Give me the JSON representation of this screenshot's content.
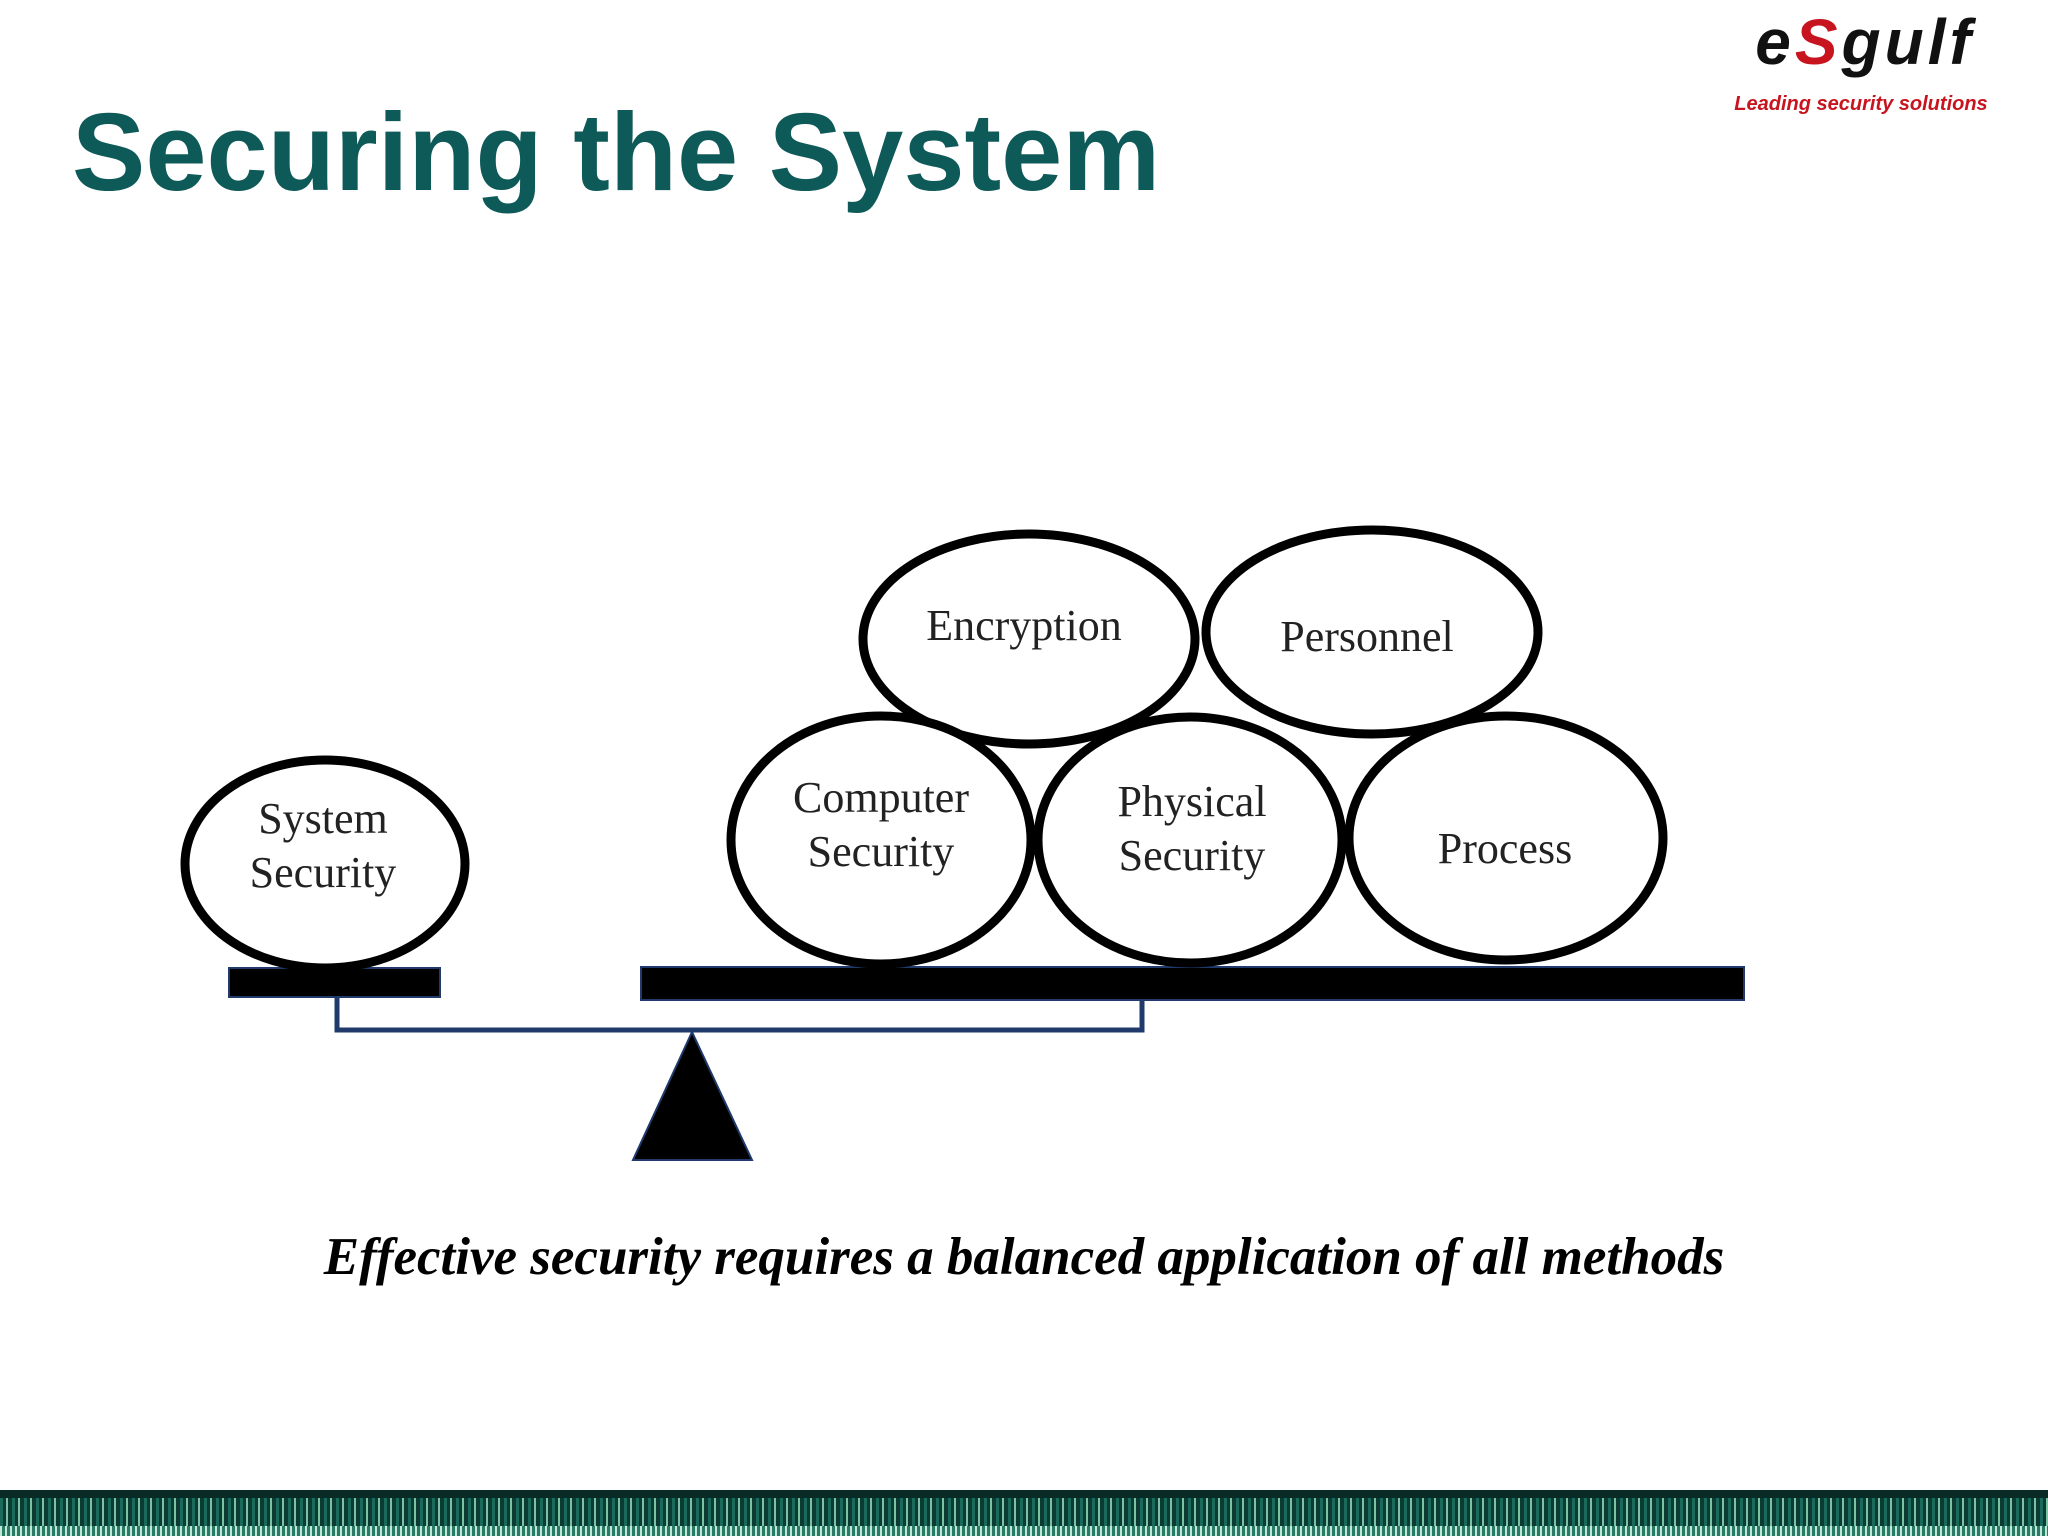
{
  "slide": {
    "title": "Securing the System",
    "caption": "Effective security requires a balanced application of all methods"
  },
  "logo": {
    "brand_prefix": "e",
    "brand_accent": "S",
    "brand_suffix": "gulf",
    "tagline": "Leading security solutions"
  },
  "diagram": {
    "left_item": {
      "line1": "System",
      "line2": "Security"
    },
    "right_items": {
      "encryption": {
        "line1": "Encryption"
      },
      "personnel": {
        "line1": "Personnel"
      },
      "computer_security": {
        "line1": "Computer",
        "line2": "Security"
      },
      "physical_security": {
        "line1": "Physical",
        "line2": "Security"
      },
      "process": {
        "line1": "Process"
      }
    }
  },
  "colors": {
    "title": "#0e5a58",
    "logo_accent": "#c8141e",
    "beam": "#000000",
    "lever": "#1f3a6b"
  }
}
